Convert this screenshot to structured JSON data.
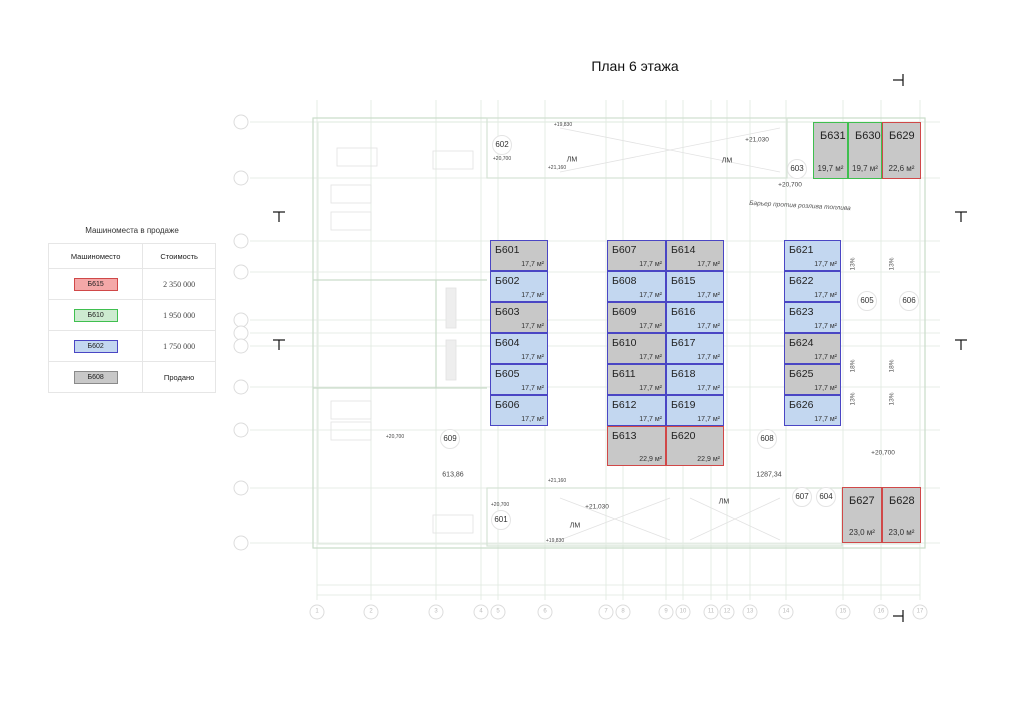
{
  "title": "План 6 этажа",
  "legend": {
    "title": "Машиноместа в продаже",
    "col_space": "Машиноместо",
    "col_price": "Стоимость",
    "rows": [
      {
        "sample": "Б615",
        "price": "2 350 000",
        "border": "#d04848",
        "fill": "#f4a8a8"
      },
      {
        "sample": "Б610",
        "price": "1 950 000",
        "border": "#3fbf4f",
        "fill": "#cdebd0"
      },
      {
        "sample": "Б602",
        "price": "1 750 000",
        "border": "#4a46c4",
        "fill": "#c3d7f0"
      },
      {
        "sample": "Б608",
        "price": "Продано",
        "border": "#8a8a8a",
        "fill": "#c8c8c8"
      }
    ]
  },
  "colors": {
    "red": "#d04848",
    "green": "#3fbf4f",
    "blue": "#4a46c4",
    "available_fill": "#c3d7f0",
    "sold_fill": "#c8c8c8"
  },
  "spaces": [
    {
      "id": "Б601",
      "area": "17,7 м²",
      "tier": "blue",
      "sold": true
    },
    {
      "id": "Б602",
      "area": "17,7 м²",
      "tier": "blue",
      "sold": false
    },
    {
      "id": "Б603",
      "area": "17,7 м²",
      "tier": "blue",
      "sold": true
    },
    {
      "id": "Б604",
      "area": "17,7 м²",
      "tier": "blue",
      "sold": false
    },
    {
      "id": "Б605",
      "area": "17,7 м²",
      "tier": "blue",
      "sold": false
    },
    {
      "id": "Б606",
      "area": "17,7 м²",
      "tier": "blue",
      "sold": false
    },
    {
      "id": "Б607",
      "area": "17,7 м²",
      "tier": "blue",
      "sold": true
    },
    {
      "id": "Б608",
      "area": "17,7 м²",
      "tier": "blue",
      "sold": false
    },
    {
      "id": "Б609",
      "area": "17,7 м²",
      "tier": "blue",
      "sold": true
    },
    {
      "id": "Б610",
      "area": "17,7 м²",
      "tier": "blue",
      "sold": true
    },
    {
      "id": "Б611",
      "area": "17,7 м²",
      "tier": "blue",
      "sold": true
    },
    {
      "id": "Б612",
      "area": "17,7 м²",
      "tier": "blue",
      "sold": false
    },
    {
      "id": "Б613",
      "area": "22,9 м²",
      "tier": "red",
      "sold": true
    },
    {
      "id": "Б614",
      "area": "17,7 м²",
      "tier": "blue",
      "sold": true
    },
    {
      "id": "Б615",
      "area": "17,7 м²",
      "tier": "blue",
      "sold": false
    },
    {
      "id": "Б616",
      "area": "17,7 м²",
      "tier": "blue",
      "sold": false
    },
    {
      "id": "Б617",
      "area": "17,7 м²",
      "tier": "blue",
      "sold": false
    },
    {
      "id": "Б618",
      "area": "17,7 м²",
      "tier": "blue",
      "sold": false
    },
    {
      "id": "Б619",
      "area": "17,7 м²",
      "tier": "blue",
      "sold": false
    },
    {
      "id": "Б620",
      "area": "22,9 м²",
      "tier": "red",
      "sold": true
    },
    {
      "id": "Б621",
      "area": "17,7 м²",
      "tier": "blue",
      "sold": false
    },
    {
      "id": "Б622",
      "area": "17,7 м²",
      "tier": "blue",
      "sold": false
    },
    {
      "id": "Б623",
      "area": "17,7 м²",
      "tier": "blue",
      "sold": false
    },
    {
      "id": "Б624",
      "area": "17,7 м²",
      "tier": "blue",
      "sold": true
    },
    {
      "id": "Б625",
      "area": "17,7 м²",
      "tier": "blue",
      "sold": true
    },
    {
      "id": "Б626",
      "area": "17,7 м²",
      "tier": "blue",
      "sold": false
    },
    {
      "id": "Б627",
      "area": "23,0 м²",
      "tier": "red",
      "sold": true
    },
    {
      "id": "Б628",
      "area": "23,0 м²",
      "tier": "red",
      "sold": true
    },
    {
      "id": "Б629",
      "area": "22,6 м²",
      "tier": "red",
      "sold": true
    },
    {
      "id": "Б630",
      "area": "19,7 м²",
      "tier": "green",
      "sold": true
    },
    {
      "id": "Б631",
      "area": "19,7 м²",
      "tier": "green",
      "sold": true
    }
  ],
  "rooms": [
    "601",
    "602",
    "603",
    "604",
    "605",
    "606",
    "607",
    "608",
    "609"
  ],
  "elevations": [
    "+21,030",
    "+20,700",
    "+20,700",
    "+21,030",
    "+20,700",
    "+20,700",
    "+20,700",
    "+19,830",
    "+21,160",
    "+19,830",
    "+21,160"
  ],
  "ramp_label": "ЛМ",
  "slopes": [
    "13%",
    "13%",
    "18%",
    "18%",
    "13%",
    "13%"
  ],
  "barrier_note": "Барьер против розлива топлива",
  "areas": [
    "613,86",
    "1287,34"
  ],
  "axes_bottom": [
    "1",
    "2",
    "3",
    "4",
    "5",
    "6",
    "7",
    "8",
    "9",
    "10",
    "11",
    "12",
    "13",
    "14",
    "15",
    "16",
    "17"
  ]
}
